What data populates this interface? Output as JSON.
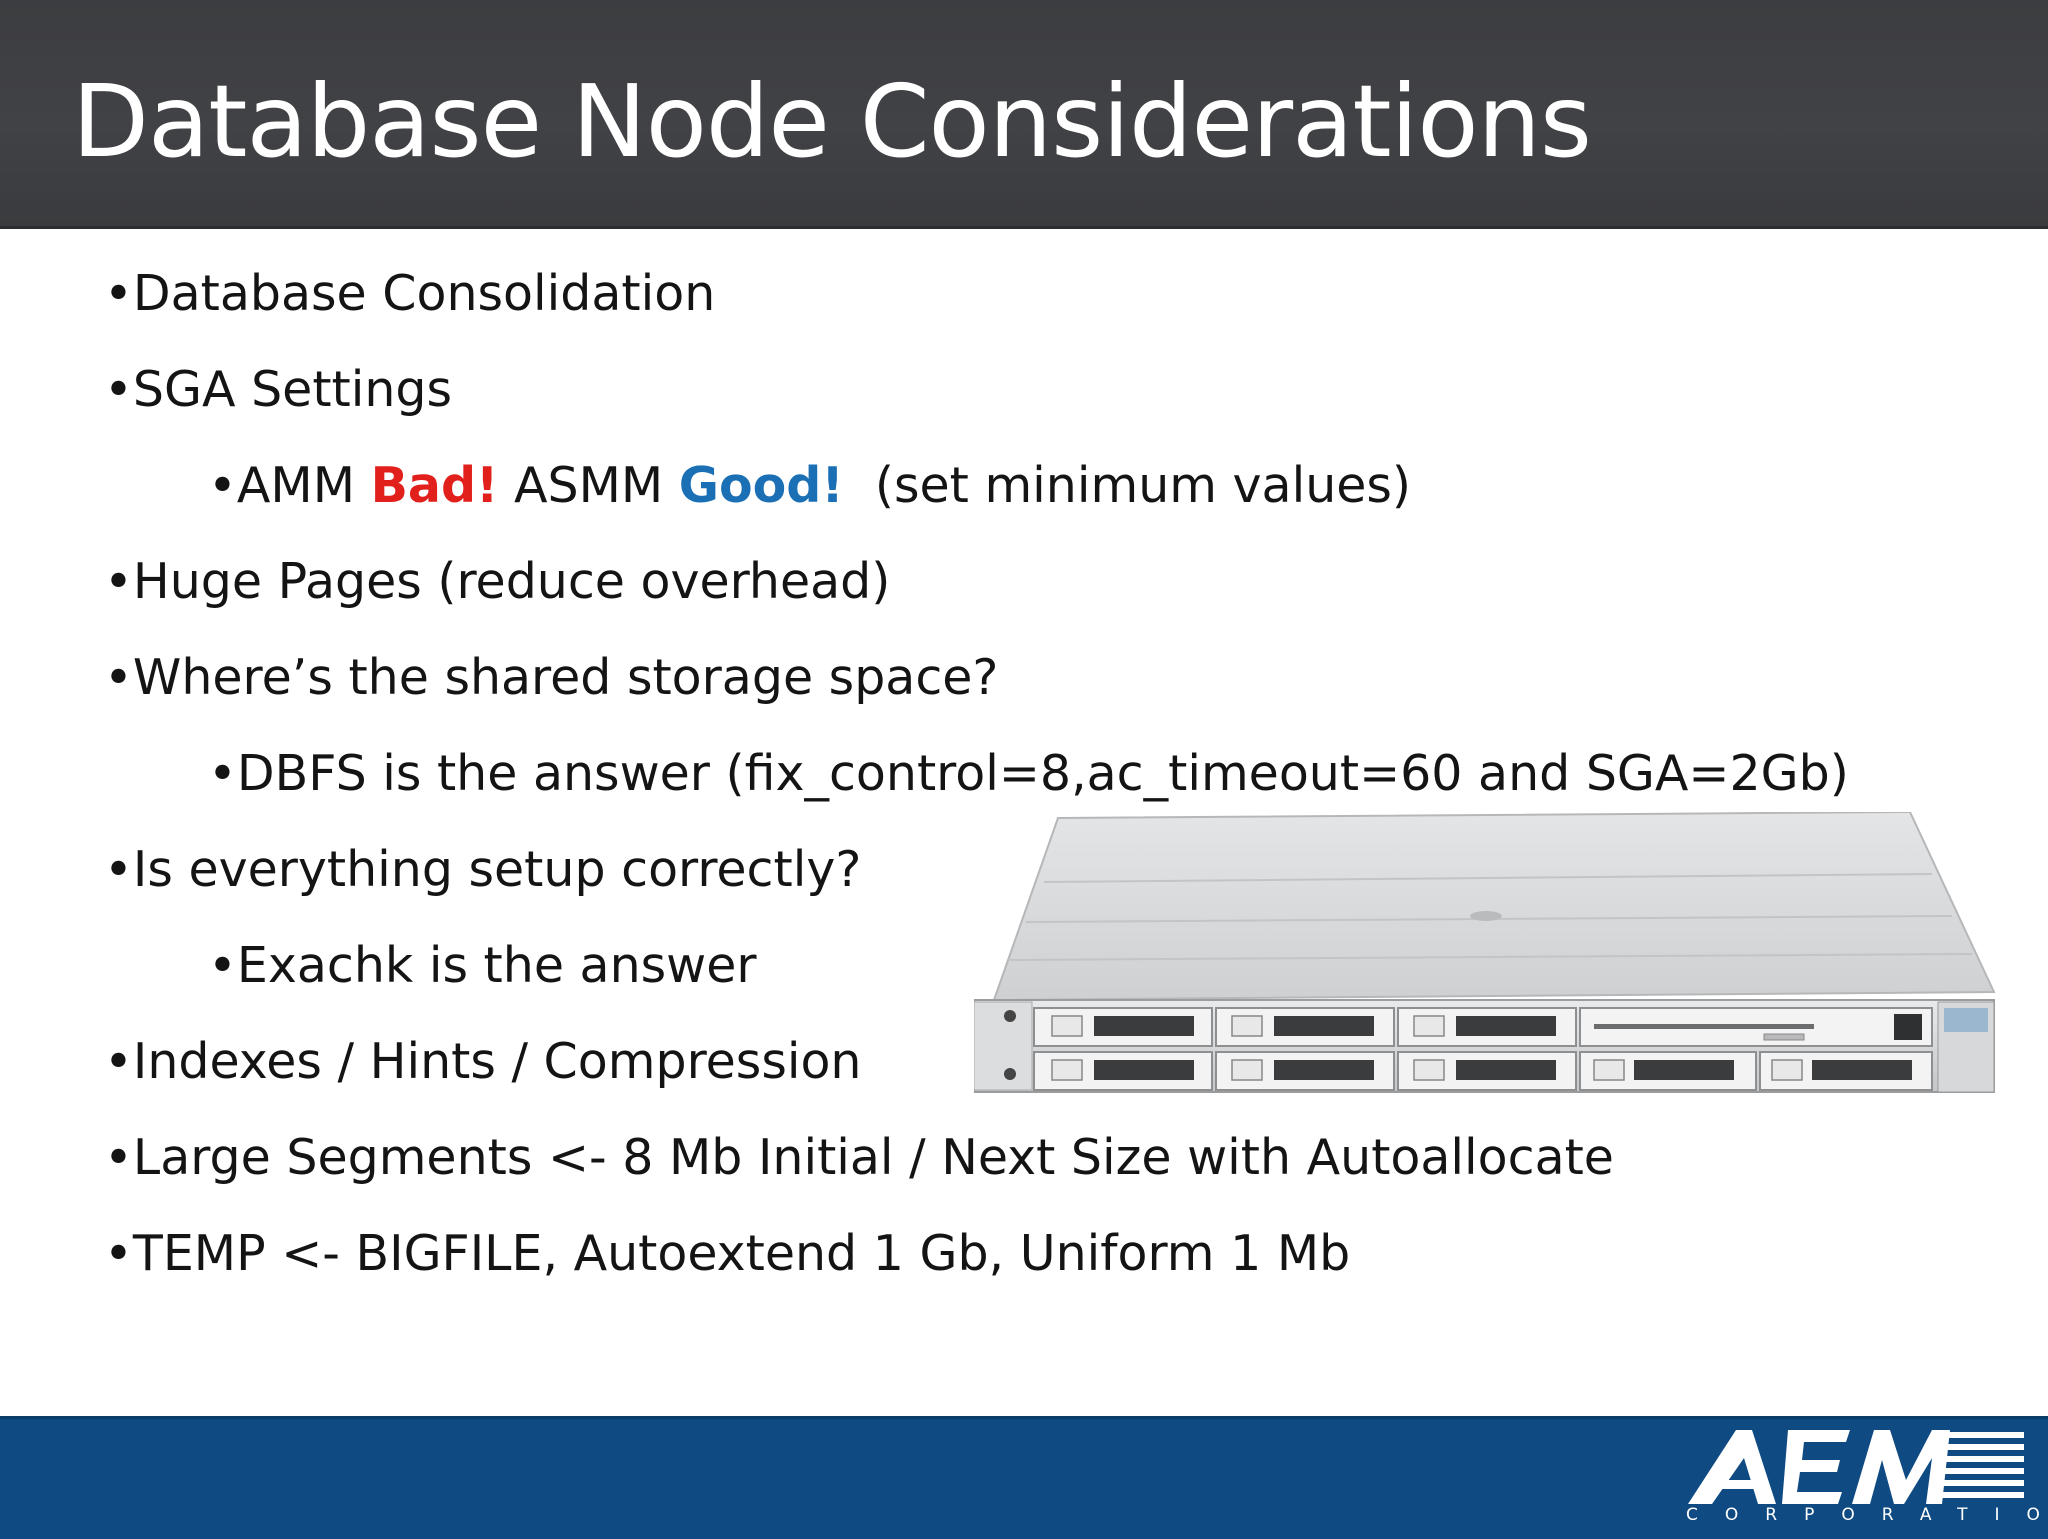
{
  "slide": {
    "title": "Database Node Considerations"
  },
  "bullets": [
    {
      "text": "•Database Consolidation"
    },
    {
      "text": "•SGA Settings"
    },
    {
      "prefix": "•AMM ",
      "bad": "Bad!",
      "mid": " ASMM ",
      "good": "Good!",
      "suffix": "  (set minimum values)"
    },
    {
      "text": "•Huge Pages (reduce overhead)"
    },
    {
      "text": "•Where’s the shared storage space?"
    },
    {
      "text": "•DBFS is the answer (fix_control=8,ac_timeout=60 and SGA=2Gb)"
    },
    {
      "text": "•Is everything setup correctly?"
    },
    {
      "text": "•Exachk is the answer"
    },
    {
      "text": "•Indexes / Hints / Compression"
    },
    {
      "text": "•Large Segments <- 8 Mb Initial / Next Size with Autoallocate"
    },
    {
      "text": "•TEMP <- BIGFILE, Autoextend 1 Gb, Uniform 1 Mb"
    }
  ],
  "logo": {
    "name": "AEM",
    "sub": "CORPORATION"
  },
  "colors": {
    "header": "#3f4043",
    "footer": "#0f4b82",
    "bad": "#e1201c",
    "good": "#1b6fb4",
    "text": "#141414"
  },
  "images": {
    "server": "rack-server-image"
  }
}
